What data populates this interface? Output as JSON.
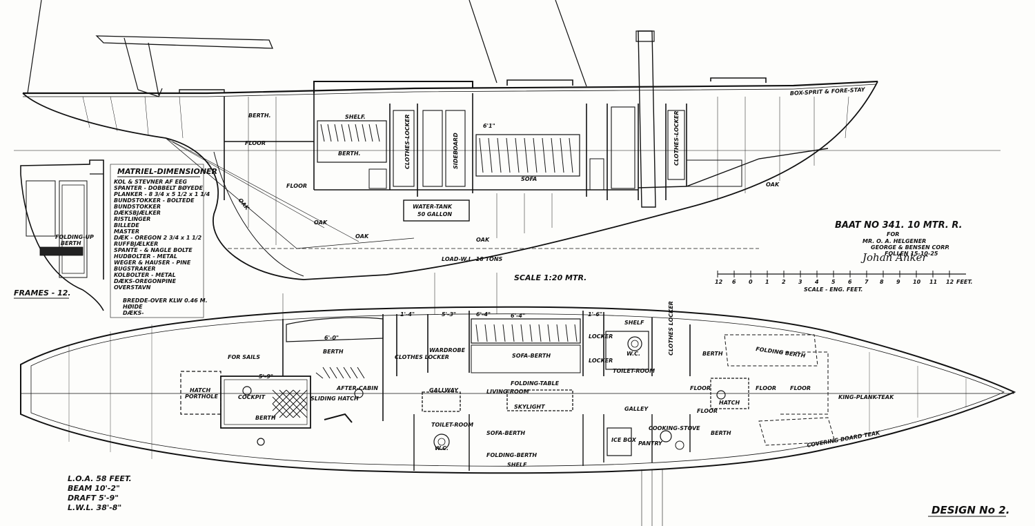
{
  "colors": {
    "ink": "#111111",
    "paper": "#fdfdfb",
    "hatch": "#222222"
  },
  "profile": {
    "berth_aft": "BERTH.",
    "berth_main": "BERTH.",
    "shelf": "SHELF.",
    "sofa": "SOFA",
    "clothes_locker": "CLOTHES-LOCKER",
    "sideboard": "SIDEBOARD",
    "clothes_locker_fwd": "CLOTHES-LOCKER",
    "floor_aft": "FLOOR",
    "floor_mid": "FLOOR",
    "water_tank": "WATER-TANK",
    "water_tank_cap": "50 GALLON",
    "load_water": "LOAD-W.L. 18 TONS",
    "headroom": "6'1\"",
    "oak_labels": [
      "OAK",
      "OAK",
      "OAK",
      "OAK",
      "OAK"
    ],
    "fore_label": "BOX-SPRIT & FORE-STAY",
    "scale": "SCALE 1:20 MTR.",
    "frames": "FRAMES - 12."
  },
  "materials": {
    "title": "MATRIEL-DIMENSIONER",
    "lines": [
      "KOL & STEVNER AF EEG",
      "SPANTER - DOBBELT BØYEDE",
      "PLANKER - 8 3/4 x 5 1/2 x 1 1/4",
      "BUNDSTOKKER - BOLTEDE",
      "BUNDSTOKKER",
      "DÆKSBJÆLKER",
      "RISTLINGER",
      "BILLEDE",
      "MASTER",
      "DÆK - OREGON 2 3/4 x 1 1/2",
      "RUFFBJÆLKER",
      "SPANTE - & NAGLE BOLTE",
      "HUDBOLTER - METAL",
      "WEGER & HAUSER - PINE",
      "BUGSTRAKER",
      "KOLBOLTER - METAL",
      "DÆKS-OREGONPINE",
      "OVERSTAVN"
    ]
  },
  "dims_small": [
    "BREDDE-OVER KLW 0.46 M.",
    "HØIDE",
    "DÆKS-"
  ],
  "title_block": {
    "boat": "BAAT NO 341. 10 MTR. R.",
    "for": "FOR",
    "owner": "MR. O. A. HELGENER",
    "firm": "GEORGE & BENSEN CORP.",
    "date": "FOLLEN 15-10-25",
    "signature": "Johan Anker"
  },
  "scale_bar": {
    "ticks": [
      "12",
      "6",
      "0",
      "1",
      "2",
      "3",
      "4",
      "5",
      "6",
      "7",
      "8",
      "9",
      "10",
      "11",
      "12"
    ],
    "unit": "FEET.",
    "caption": "SCALE - ENG. FEET."
  },
  "plan": {
    "fwd_sails": "FOR SAILS",
    "berth_port": "BERTH",
    "berth_stbd": "BERTH",
    "hatch_aft": "HATCH",
    "hatch_aft_sub": "PORTHOLE",
    "cockpit": "COCKPIT",
    "sliding_hatch": "SLIDING HATCH",
    "after_cabin": "AFTER-CABIN",
    "clothes_locker": "CLOTHES LOCKER",
    "wardrobe": "WARDROBE",
    "galley_way": "GALLWAY",
    "folding_table": "FOLDING-TABLE",
    "living_room": "LIVING-ROOM",
    "skylight": "SKYLIGHT",
    "sofa_berth": "SOFA-BERTH",
    "sofa_berth_2": "SOFA-BERTH",
    "folding_berth": "FOLDING-BERTH",
    "toilet_room": "TOILET-ROOM",
    "toilet_room_fwd": "TOILET-ROOM",
    "wc": "W.C.",
    "wc_fwd": "W.C.",
    "locker": "LOCKER",
    "locker_2": "LOCKER",
    "shelf": "SHELF",
    "shelf_2": "SHELF",
    "galley": "GALLEY",
    "cooking_stove": "COOKING-STOVE",
    "ice_box": "ICE BOX",
    "pantry": "PANTRY",
    "clothes_locker_fwd": "CLOTHES LOCKER",
    "floor": [
      "FLOOR",
      "FLOOR",
      "FLOOR",
      "FLOOR"
    ],
    "hatch_fwd": "HATCH",
    "berth_fwd": "BERTH",
    "berth_fwd_2": "BERTH",
    "folding_berth_fwd": "FOLDING BERTH",
    "king_plank": "KING-PLANK-TEAK",
    "covering_board": "COVERING BOARD TEAK",
    "dims": [
      "6'-0\"",
      "5'-9\"",
      "6'-4\"",
      "6'-4\"",
      "1'-4\"",
      "1'-6\"",
      "5'-3\""
    ]
  },
  "principal": {
    "loa": "L.O.A. 58 FEET.",
    "beam": "BEAM 10'-2\"",
    "draft": "DRAFT 5'-9\"",
    "lwl": "L.W.L. 38'-8\""
  },
  "design": "DESIGN No 2."
}
